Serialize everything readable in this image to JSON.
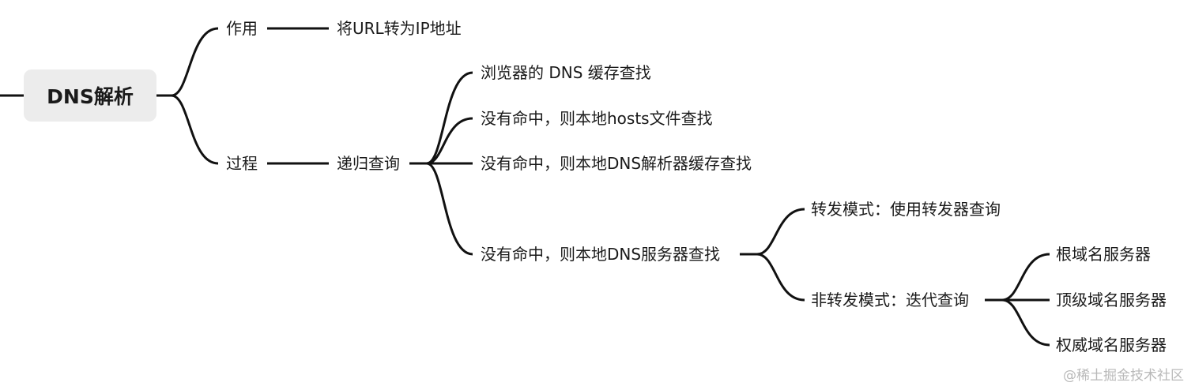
{
  "root": {
    "label": "DNS解析"
  },
  "branches": [
    {
      "label": "作用",
      "children": [
        {
          "label": "将URL转为IP地址"
        }
      ]
    },
    {
      "label": "过程",
      "children": [
        {
          "label": "递归查询",
          "children": [
            {
              "label": "浏览器的 DNS 缓存查找"
            },
            {
              "label": "没有命中，则本地hosts文件查找"
            },
            {
              "label": "没有命中，则本地DNS解析器缓存查找"
            },
            {
              "label": "没有命中，则本地DNS服务器查找",
              "children": [
                {
                  "label": "转发模式：使用转发器查询"
                },
                {
                  "label": "非转发模式：迭代查询",
                  "children": [
                    {
                      "label": "根域名服务器"
                    },
                    {
                      "label": "顶级域名服务器"
                    },
                    {
                      "label": "权威域名服务器"
                    }
                  ]
                }
              ]
            }
          ]
        }
      ]
    }
  ],
  "watermark": "@稀土掘金技术社区",
  "colors": {
    "line": "#111111",
    "root_bg": "#ececec",
    "text": "#1a1a1a",
    "watermark": "#b9b9b9"
  }
}
